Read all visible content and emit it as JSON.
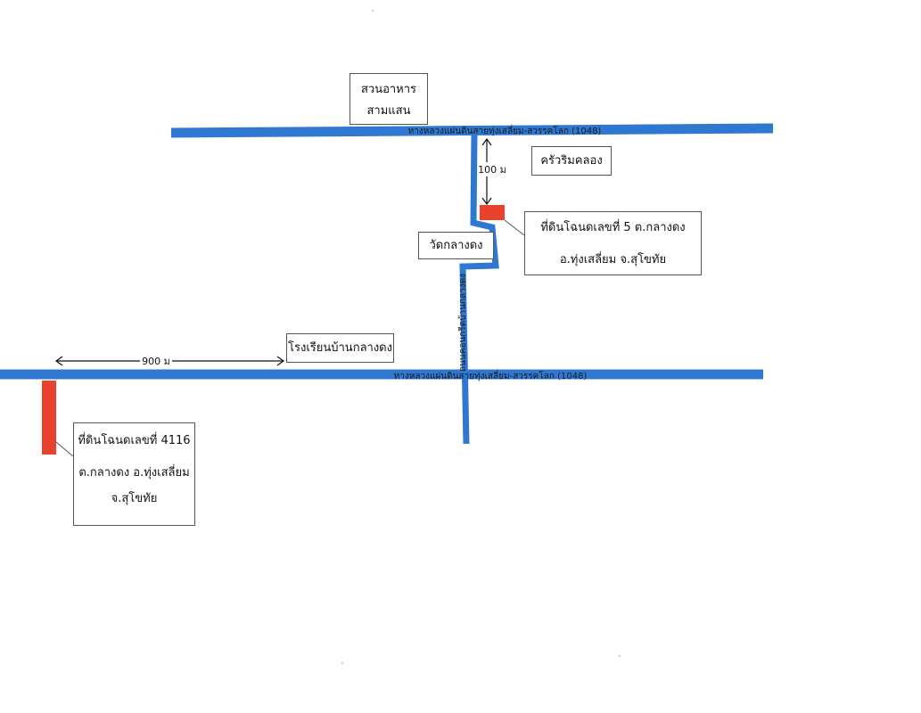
{
  "colors": {
    "road": "#2f78d2",
    "parcel": "#e8412c",
    "box_border": "#555555"
  },
  "roads": {
    "upper_highway_label": "ทางหลวงแผ่นดินสายทุ่งเสลี่ยม-สวรรคโลก (1048)",
    "lower_highway_label": "ทางหลวงแผ่นดินสายทุ่งเสลี่ยม-สวรรคโลก (1048)",
    "village_road_label": "ถนนคอนกรีตบ้านกลางดง"
  },
  "distances": {
    "upper": "100 ม",
    "lower": "900 ม"
  },
  "labels": {
    "restaurant": {
      "line1": "สวนอาหาร",
      "line2": "สามแสน"
    },
    "kitchen": "ครัวริมคลอง",
    "temple": "วัดกลางดง",
    "school": "โรงเรียนบ้านกลางดง",
    "parcel_5": {
      "line1": "ที่ดินโฉนดเลขที่ 5 ต.กลางดง",
      "line2": "อ.ทุ่งเสลี่ยม จ.สุโขทัย"
    },
    "parcel_4116": {
      "line1": "ที่ดินโฉนดเลขที่ 4116",
      "line2": "ต.กลางดง อ.ทุ่งเสลี่ยม",
      "line3": "จ.สุโขทัย"
    }
  }
}
